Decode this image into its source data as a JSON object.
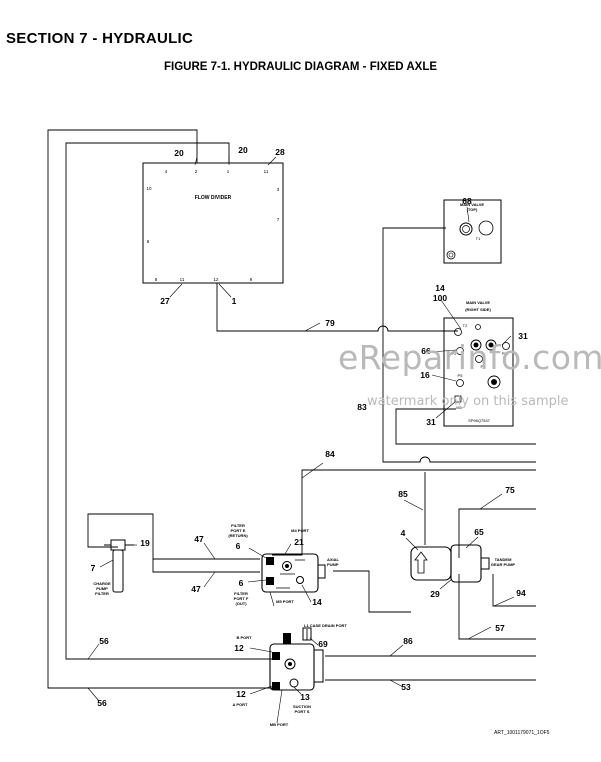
{
  "header": {
    "section_title": "SECTION 7 - HYDRAULIC",
    "figure_title": "FIGURE 7-1. HYDRAULIC DIAGRAM - FIXED AXLE"
  },
  "components": {
    "flow_divider": {
      "label": "FLOW DIVIDER",
      "ports": [
        "2",
        "4",
        "1",
        "11",
        "10",
        "3",
        "7",
        "6",
        "8",
        "11",
        "12",
        "9"
      ]
    },
    "main_valve_top": {
      "label": "MAIN VALVE",
      "sublabel": "(TOP)",
      "port": "T1"
    },
    "main_valve_right": {
      "label": "MAIN VALVE",
      "sublabel": "(RIGHT SIDE)",
      "ports": [
        "T2",
        "P2",
        "PS1",
        "P3",
        "P5",
        "M3"
      ],
      "code": "SP96Q7547"
    },
    "filter_label": [
      "CHARGE",
      "PUMP",
      "FILTER"
    ],
    "axial_pump_labels": {
      "filter_port_e": [
        "FILTER",
        "PORT E",
        "(RETURN)"
      ],
      "m4_port": "M4 PORT",
      "axial_pump": [
        "AXIAL",
        "PUMP"
      ],
      "filter_port_f": [
        "FILTER",
        "PORT F",
        "(OUT)"
      ],
      "m5_port": "M5 PORT"
    },
    "gear_pump_label": [
      "TANDEM",
      "GEAR PUMP"
    ],
    "drive_pump_labels": {
      "b_port": "B PORT",
      "l1_case_drain": "L1 CASE DRAIN PORT",
      "a_port": "A PORT",
      "suction_port_s": [
        "SUCTION",
        "PORT S"
      ],
      "mb_port": "MB PORT"
    }
  },
  "callouts": {
    "c20a": "20",
    "c20b": "20",
    "c28": "28",
    "c27": "27",
    "c1": "1",
    "c68": "68",
    "c14": "14",
    "c100": "100",
    "c31a": "31",
    "c66": "66",
    "c16": "16",
    "c83": "83",
    "c31b": "31",
    "c79": "79",
    "c84": "84",
    "c85": "85",
    "c75": "75",
    "c4": "4",
    "c65": "65",
    "c29": "29",
    "c94": "94",
    "c57": "57",
    "c19": "19",
    "c7": "7",
    "c47a": "47",
    "c47b": "47",
    "c6a": "6",
    "c6b": "6",
    "c21": "21",
    "c14b": "14",
    "c56a": "56",
    "c56b": "56",
    "c12a": "12",
    "c12b": "12",
    "c69": "69",
    "c13": "13",
    "c86": "86",
    "c53": "53"
  },
  "watermark": {
    "main": "eReparinfo.com",
    "sub": "watermark only on this sample"
  },
  "footer_code": "ART_1001179071_1OF5"
}
